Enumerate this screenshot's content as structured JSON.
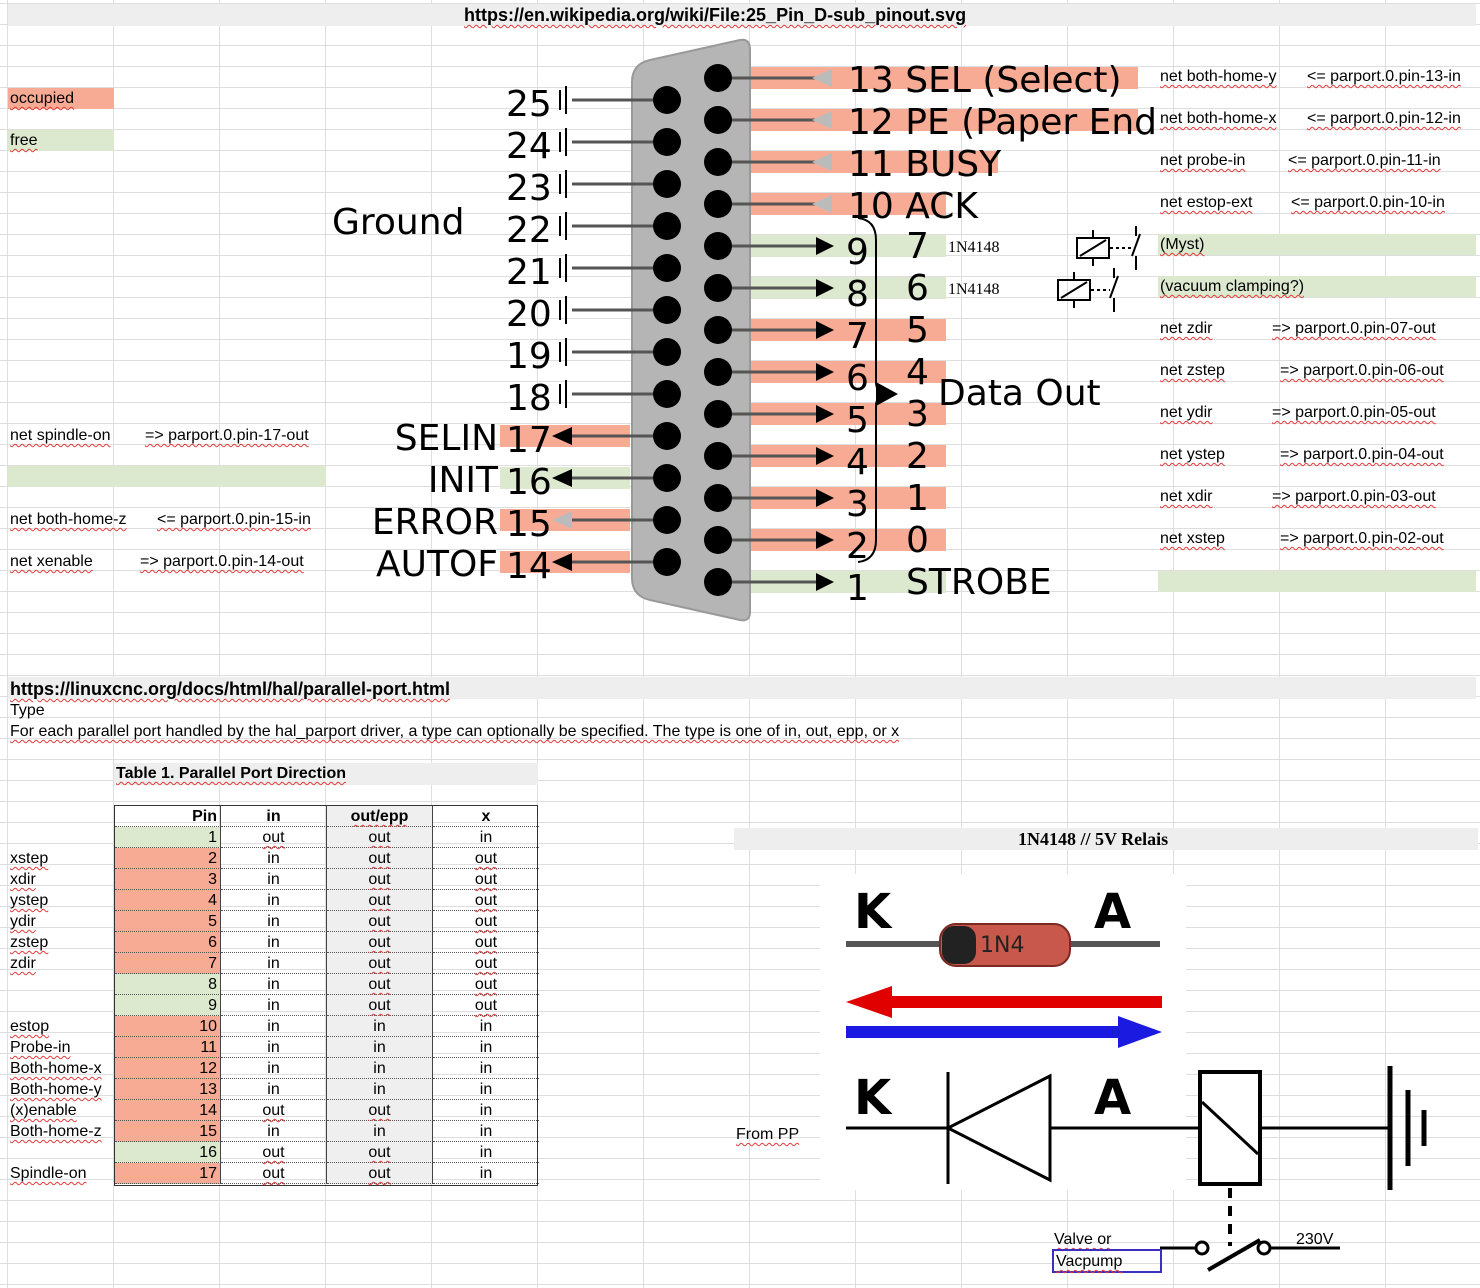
{
  "top_url": "https://en.wikipedia.org/wiki/File:25_Pin_D-sub_pinout.svg",
  "legend": {
    "occupied": "occupied",
    "free": "free"
  },
  "left_nets": [
    {
      "net": "net spindle-on",
      "dir": "=> parport.0.pin-17-out"
    },
    {
      "net": "net both-home-z",
      "dir": "<= parport.0.pin-15-in"
    },
    {
      "net": "net xenable",
      "dir": "=> parport.0.pin-14-out"
    }
  ],
  "right_nets": [
    {
      "net": "net both-home-y",
      "dir": "<= parport.0.pin-13-in"
    },
    {
      "net": "net both-home-x",
      "dir": "<= parport.0.pin-12-in"
    },
    {
      "net": "net probe-in",
      "dir": "<= parport.0.pin-11-in"
    },
    {
      "net": "net estop-ext",
      "dir": "<= parport.0.pin-10-in"
    },
    {
      "net": "(Myst)",
      "dir": ""
    },
    {
      "net": "(vacuum clamping?)",
      "dir": ""
    },
    {
      "net": "net zdir",
      "dir": "=> parport.0.pin-07-out"
    },
    {
      "net": "net zstep",
      "dir": "=> parport.0.pin-06-out"
    },
    {
      "net": "net ydir",
      "dir": "=> parport.0.pin-05-out"
    },
    {
      "net": "net ystep",
      "dir": "=> parport.0.pin-04-out"
    },
    {
      "net": "net xdir",
      "dir": "=> parport.0.pin-03-out"
    },
    {
      "net": "net xstep",
      "dir": "=> parport.0.pin-02-out"
    }
  ],
  "diagram": {
    "left_pins": [
      "25",
      "24",
      "23",
      "22",
      "21",
      "20",
      "19",
      "18",
      "17",
      "16",
      "15",
      "14"
    ],
    "right_pins": [
      "13",
      "12",
      "11",
      "10",
      "9",
      "8",
      "7",
      "6",
      "5",
      "4",
      "3",
      "2",
      "1"
    ],
    "ground_label": "Ground",
    "left_signals": [
      {
        "num": "17",
        "label": "SELIN"
      },
      {
        "num": "16",
        "label": "INIT"
      },
      {
        "num": "15",
        "label": "ERROR"
      },
      {
        "num": "14",
        "label": "AUTOF"
      }
    ],
    "status_signals": [
      {
        "label": "13 SEL (Select)"
      },
      {
        "label": "12 PE (Paper End)"
      },
      {
        "label": "11 BUSY"
      },
      {
        "label": "10 ACK"
      }
    ],
    "data_bits": [
      "7",
      "6",
      "5",
      "4",
      "3",
      "2",
      "1",
      "0"
    ],
    "data_out_label": "Data Out",
    "strobe_label": "STROBE",
    "diode_label_1": "1N4148",
    "diode_label_2": "1N4148"
  },
  "second_url": "https://linuxcnc.org/docs/html/hal/parallel-port.html",
  "type_heading": "Type",
  "type_desc": "For each parallel port handled by the hal_parport driver, a type can optionally be specified. The type is one of in, out, epp, or x",
  "table": {
    "title": "Table 1. Parallel Port Direction",
    "headers": [
      "Pin",
      "in",
      "out/epp",
      "x"
    ],
    "rows": [
      {
        "label": "",
        "pin": "1",
        "in": "out",
        "outepp": "out",
        "x": "in",
        "color": "grn"
      },
      {
        "label": "xstep",
        "pin": "2",
        "in": "in",
        "outepp": "out",
        "x": "out",
        "color": "red"
      },
      {
        "label": "xdir",
        "pin": "3",
        "in": "in",
        "outepp": "out",
        "x": "out",
        "color": "red"
      },
      {
        "label": "ystep",
        "pin": "4",
        "in": "in",
        "outepp": "out",
        "x": "out",
        "color": "red"
      },
      {
        "label": "ydir",
        "pin": "5",
        "in": "in",
        "outepp": "out",
        "x": "out",
        "color": "red"
      },
      {
        "label": "zstep",
        "pin": "6",
        "in": "in",
        "outepp": "out",
        "x": "out",
        "color": "red"
      },
      {
        "label": "zdir",
        "pin": "7",
        "in": "in",
        "outepp": "out",
        "x": "out",
        "color": "red"
      },
      {
        "label": "",
        "pin": "8",
        "in": "in",
        "outepp": "out",
        "x": "out",
        "color": "grn"
      },
      {
        "label": "",
        "pin": "9",
        "in": "in",
        "outepp": "out",
        "x": "out",
        "color": "grn"
      },
      {
        "label": "estop",
        "pin": "10",
        "in": "in",
        "outepp": "in",
        "x": "in",
        "color": "red"
      },
      {
        "label": "Probe-in",
        "pin": "11",
        "in": "in",
        "outepp": "in",
        "x": "in",
        "color": "red"
      },
      {
        "label": "Both-home-x",
        "pin": "12",
        "in": "in",
        "outepp": "in",
        "x": "in",
        "color": "red"
      },
      {
        "label": "Both-home-y",
        "pin": "13",
        "in": "in",
        "outepp": "in",
        "x": "in",
        "color": "red"
      },
      {
        "label": "(x)enable",
        "pin": "14",
        "in": "out",
        "outepp": "out",
        "x": "in",
        "color": "red"
      },
      {
        "label": "Both-home-z",
        "pin": "15",
        "in": "in",
        "outepp": "in",
        "x": "in",
        "color": "red"
      },
      {
        "label": "",
        "pin": "16",
        "in": "out",
        "outepp": "out",
        "x": "in",
        "color": "grn"
      },
      {
        "label": "Spindle-on",
        "pin": "17",
        "in": "out",
        "outepp": "out",
        "x": "in",
        "color": "red"
      }
    ]
  },
  "relay": {
    "title": "1N4148  // 5V Relais",
    "k": "K",
    "a": "A",
    "diode_marking": "1N4",
    "from_pp": "From PP",
    "valve": "Valve or",
    "vacpump": "Vacpump",
    "voltage": "230V"
  },
  "colors": {
    "occupied": "#f8ab94",
    "free": "#dde9cf",
    "header": "#eeeeee"
  }
}
